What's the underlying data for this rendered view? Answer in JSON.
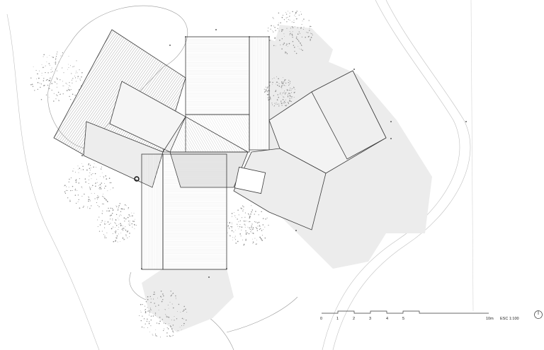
{
  "scale_bar": {
    "ticks": [
      "0",
      "1",
      "2",
      "3",
      "4",
      "5"
    ],
    "end_label": "10m",
    "scale_text": "ESC 1:100"
  },
  "colors": {
    "line": "#3a3a3a",
    "shadow": "#ececec",
    "hatch": "#8a8a8a",
    "paper": "#ffffff"
  }
}
